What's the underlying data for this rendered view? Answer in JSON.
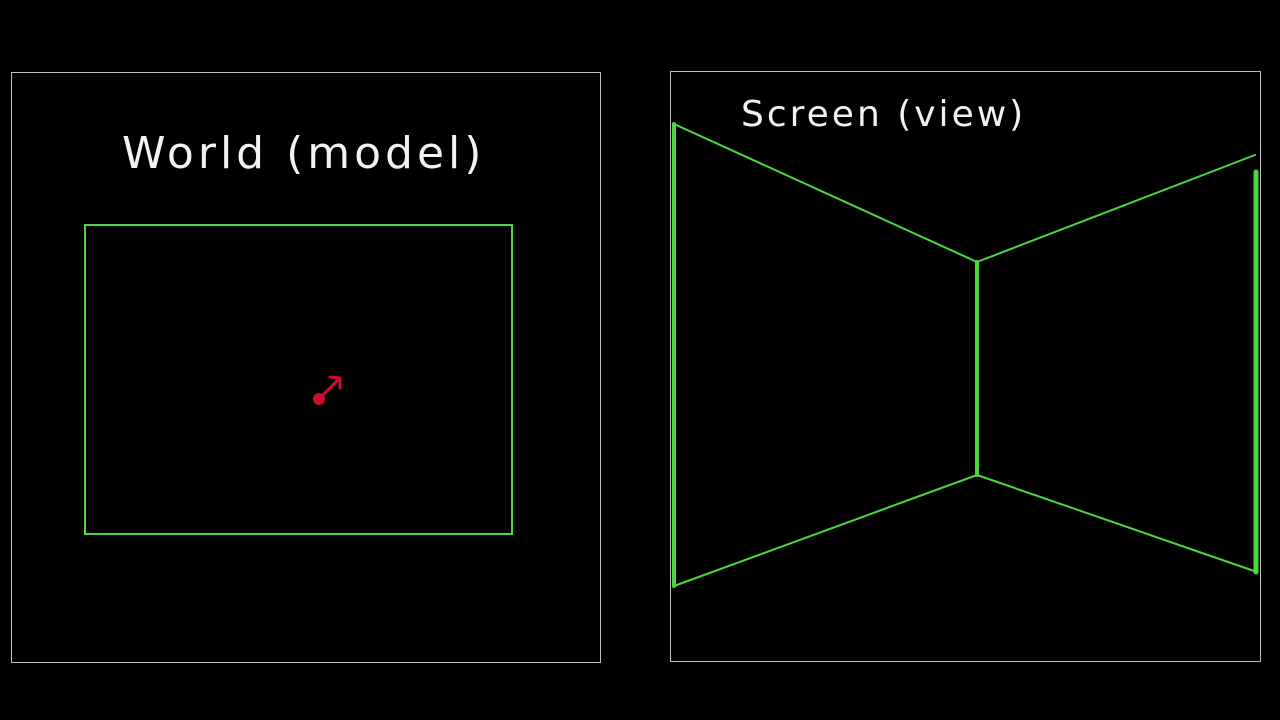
{
  "world": {
    "title": "World (model)"
  },
  "screen": {
    "title": "Screen (view)"
  },
  "colors": {
    "background": "#000000",
    "panel_border": "#bdbdbd",
    "title_text": "#f2f2f2",
    "wall_lines": "#4cd640",
    "player": "#c8102e"
  },
  "icons": {
    "player_marker": "player-position-with-direction-arrow"
  }
}
